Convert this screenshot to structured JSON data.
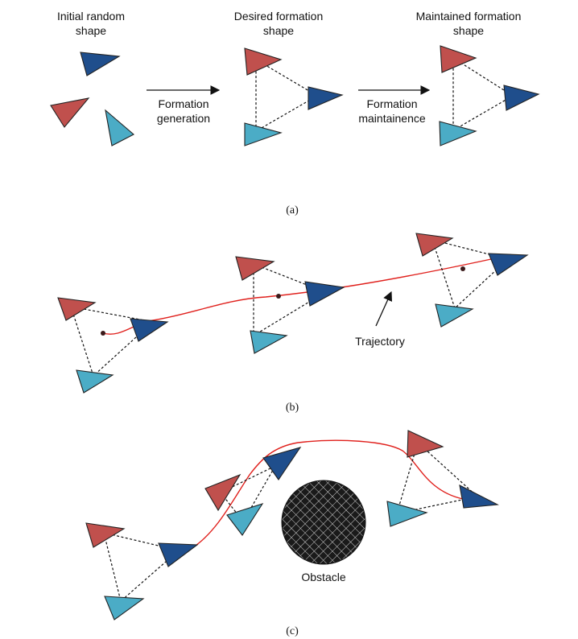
{
  "panel_a": {
    "initial_label_1": "Initial random",
    "initial_label_2": "shape",
    "desired_label_1": "Desired formation",
    "desired_label_2": "shape",
    "maintained_label_1": "Maintained formation",
    "maintained_label_2": "shape",
    "arrow1_label_1": "Formation",
    "arrow1_label_2": "generation",
    "arrow2_label_1": "Formation",
    "arrow2_label_2": "maintainence",
    "caption": "(a)"
  },
  "panel_b": {
    "trajectory_label": "Trajectory",
    "caption": "(b)"
  },
  "panel_c": {
    "obstacle_label": "Obstacle",
    "caption": "(c)"
  },
  "colors": {
    "red_agent": "#c0504d",
    "dark_blue_agent": "#1f4e8c",
    "light_blue_agent": "#4bacc6",
    "trajectory": "#e0201c",
    "obstacle": "#1a1a1a"
  }
}
